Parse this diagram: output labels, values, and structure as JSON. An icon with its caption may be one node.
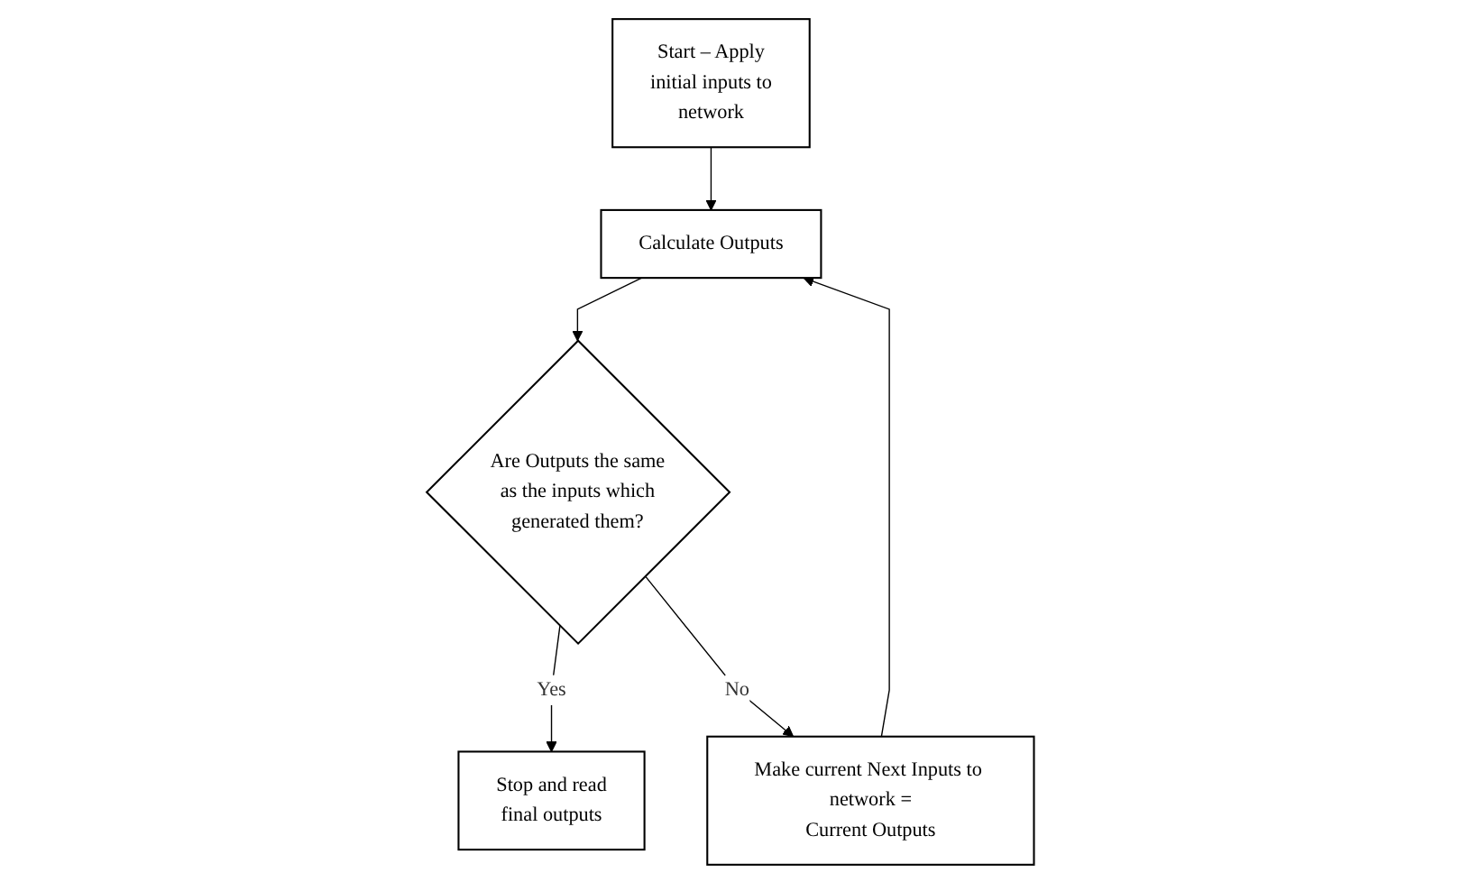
{
  "diagram": {
    "nodes": [
      {
        "text": [
          "Start – Apply initial inputs to network"
        ]
      },
      {
        "text": [
          "Calculate Outputs"
        ]
      },
      {
        "text": [
          "Are Outputs the same as the inputs which generated them?"
        ]
      },
      {
        "text": [
          "Stop and read final outputs"
        ]
      },
      {
        "text": [
          "Make current Next Inputs to network = Current Outputs"
        ]
      }
    ],
    "edges": [
      {
        "from": 0,
        "to": 1,
        "arrow": "to"
      },
      {
        "from": 1,
        "to": 2,
        "arrow": "to"
      },
      {
        "from": 2,
        "to": 3,
        "arrow": "to",
        "label": "Yes"
      },
      {
        "from": 2,
        "to": 4,
        "arrow": "to",
        "label": "No"
      },
      {
        "from": 4,
        "to": 1,
        "arrow": "to"
      }
    ]
  }
}
